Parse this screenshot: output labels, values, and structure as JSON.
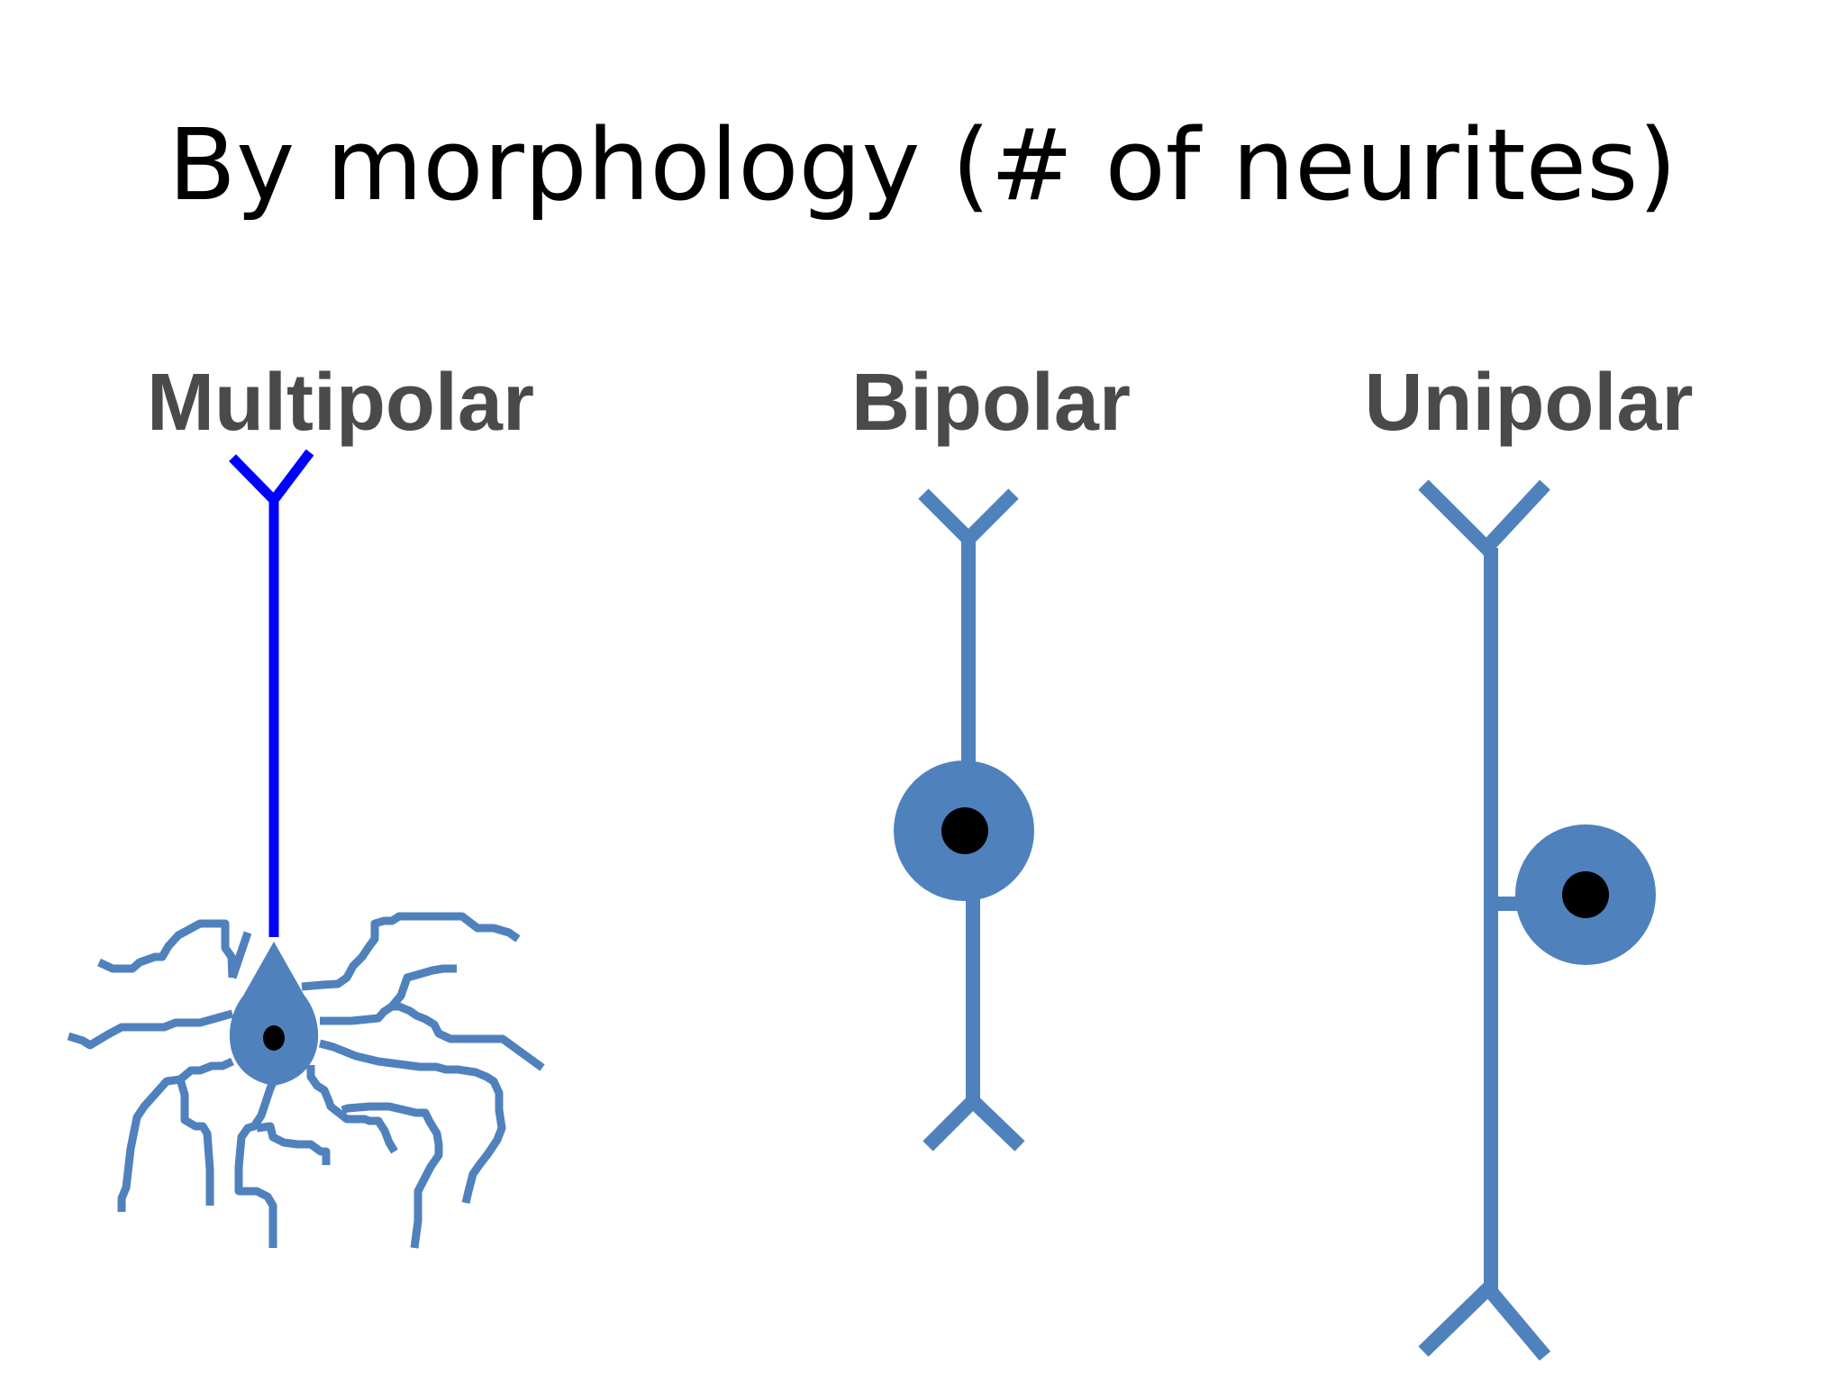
{
  "title": "By morphology (# of neurites)",
  "neurons": [
    {
      "label": "Multipolar"
    },
    {
      "label": "Bipolar"
    },
    {
      "label": "Unipolar"
    }
  ],
  "colors": {
    "neuron": "#4f81bd",
    "axon_highlight": "#0000ff",
    "nucleus": "#000000",
    "label": "#4a4a4a"
  }
}
